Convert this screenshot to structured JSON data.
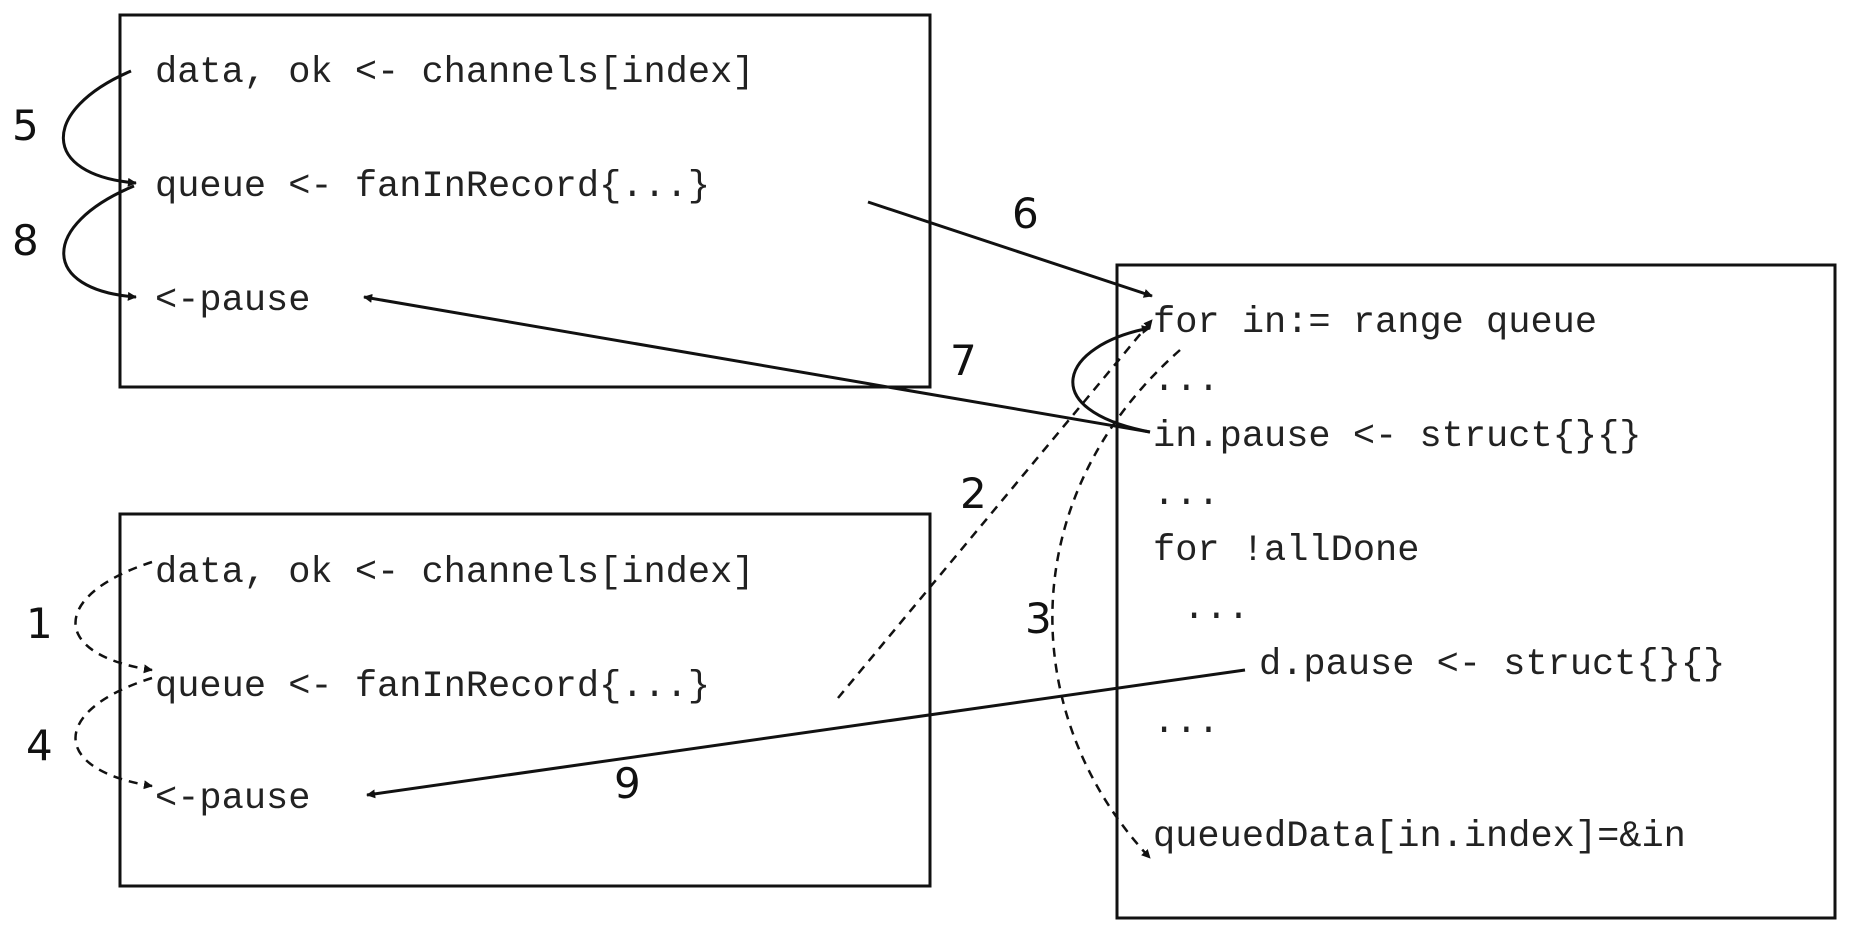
{
  "boxes": {
    "producer_top": {
      "line1": "data, ok <- channels[index]",
      "line2": "queue <- fanInRecord{...}",
      "line3": "<-pause"
    },
    "producer_bottom": {
      "line1": "data, ok <- channels[index]",
      "line2": "queue <- fanInRecord{...}",
      "line3": "<-pause"
    },
    "consumer": {
      "line1": "for in:= range queue",
      "line2": "...",
      "line3": "in.pause <- struct{}{}",
      "line4": "...",
      "line5": "for !allDone",
      "line6": "...",
      "line7": "d.pause <- struct{}{}",
      "line8": "...",
      "line9": "queuedData[in.index]=&in"
    }
  },
  "step_labels": {
    "s1": "1",
    "s2": "2",
    "s3": "3",
    "s4": "4",
    "s5": "5",
    "s6": "6",
    "s7": "7",
    "s8": "8",
    "s9": "9"
  },
  "arrows": [
    {
      "step": "1",
      "style": "dashed",
      "from": "bottom data, ok <- channels[index]",
      "to": "bottom queue <- fanInRecord{...}"
    },
    {
      "step": "2",
      "style": "dashed",
      "from": "bottom queue <- fanInRecord{...}",
      "to": "for in:= range queue"
    },
    {
      "step": "3",
      "style": "dashed",
      "from": "for in:= range queue",
      "to": "queuedData[in.index]=&in"
    },
    {
      "step": "4",
      "style": "dashed",
      "from": "bottom queue <- fanInRecord{...}",
      "to": "bottom <-pause"
    },
    {
      "step": "5",
      "style": "solid",
      "from": "top data, ok <- channels[index]",
      "to": "top queue <- fanInRecord{...}"
    },
    {
      "step": "6",
      "style": "solid",
      "from": "top queue <- fanInRecord{...}",
      "to": "for in:= range queue"
    },
    {
      "step": "7",
      "style": "solid",
      "from": "in.pause <- struct{}{}",
      "to": "top <-pause"
    },
    {
      "step": "8",
      "style": "solid",
      "from": "top queue <- fanInRecord{...}",
      "to": "top <-pause"
    },
    {
      "step": "9",
      "style": "solid",
      "from": "d.pause <- struct{}{}",
      "to": "bottom <-pause"
    }
  ]
}
